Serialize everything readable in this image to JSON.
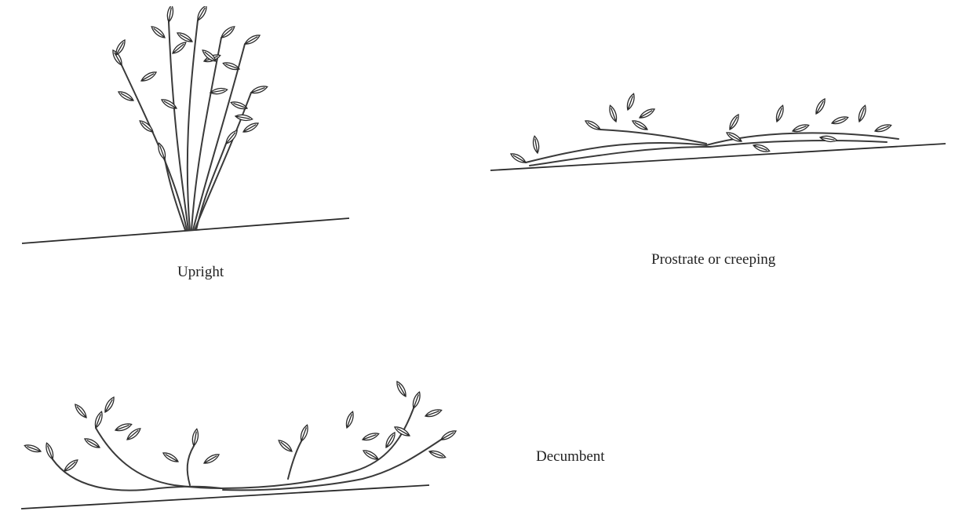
{
  "figure": {
    "habits": [
      {
        "id": "upright",
        "label": "Upright"
      },
      {
        "id": "prostrate",
        "label": "Prostrate or creeping"
      },
      {
        "id": "decumbent",
        "label": "Decumbent"
      }
    ]
  },
  "colors": {
    "ink": "#2a2a2a",
    "leaf_fill": "#ffffff",
    "background": "#ffffff"
  }
}
